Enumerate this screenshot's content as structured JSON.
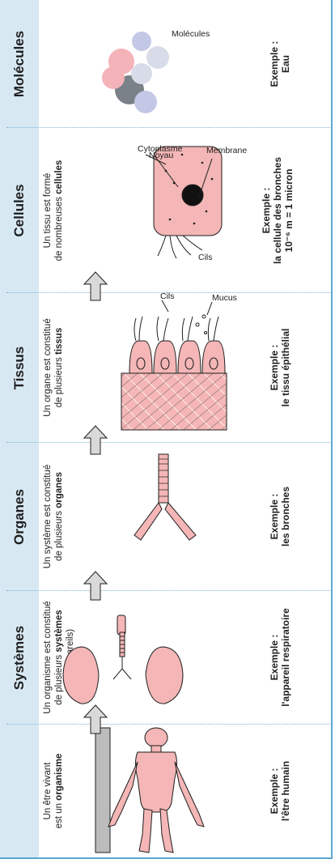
{
  "colors": {
    "header_background": "#d7e8f3",
    "frame": "#5ca8d2",
    "divider": "#7cb6d6",
    "organ_fill": "#f4b6b6",
    "outline": "#1f1f1f",
    "arrow_fill": "#d9d9d9"
  },
  "columns": [
    {
      "header": "",
      "desc_line1": "Un être vivant",
      "desc_line2_plain": "est un ",
      "desc_line2_bold": "organisme",
      "desc_line3": "",
      "example_line1": "Exemple :",
      "example_line2": "l'être humain",
      "example_line3": "",
      "illustration": "human-body"
    },
    {
      "header": "Systèmes",
      "desc_line1": "Un organisme est constitué",
      "desc_line2_plain": "de plusieurs ",
      "desc_line2_bold": "systèmes",
      "desc_line3": "(ou appareils)",
      "example_line1": "Exemple :",
      "example_line2": "l'appareil respiratoire",
      "example_line3": "",
      "illustration": "lungs"
    },
    {
      "header": "Organes",
      "desc_line1": "Un système est constitué",
      "desc_line2_plain": "de plusieurs ",
      "desc_line2_bold": "organes",
      "desc_line3": "",
      "example_line1": "Exemple :",
      "example_line2": "les bronches",
      "example_line3": "",
      "illustration": "bronchi"
    },
    {
      "header": "Tissus",
      "desc_line1": "Un organe est constitué",
      "desc_line2_plain": "de plusieurs ",
      "desc_line2_bold": "tissus",
      "desc_line3": "",
      "example_line1": "Exemple :",
      "example_line2": "le tissu épithélial",
      "example_line3": "",
      "illustration": "epithelial-tissue"
    },
    {
      "header": "Cellules",
      "desc_line1": "Un tissu est formé",
      "desc_line2_plain": "de nombreuses ",
      "desc_line2_bold": "cellules",
      "desc_line3": "",
      "example_line1": "Exemple :",
      "example_line2": "la cellule des bronches",
      "example_line3": "10⁻⁶ m = 1 micron",
      "illustration": "cell"
    },
    {
      "header": "Molécules",
      "desc_line1": "",
      "desc_line2_plain": "",
      "desc_line2_bold": "",
      "desc_line3": "",
      "example_line1": "Exemple :",
      "example_line2": "Eau",
      "example_line3": "",
      "illustration": "water-molecule"
    }
  ],
  "labels": {
    "tissue_cilia": "Cils",
    "tissue_mucus": "Mucus",
    "cell_membrane": "Membrane",
    "cell_nucleus": "Noyau",
    "cell_cytoplasm": "Cytoplasme",
    "cell_cilia": "Cils",
    "molecule_caption": "Molécules"
  }
}
